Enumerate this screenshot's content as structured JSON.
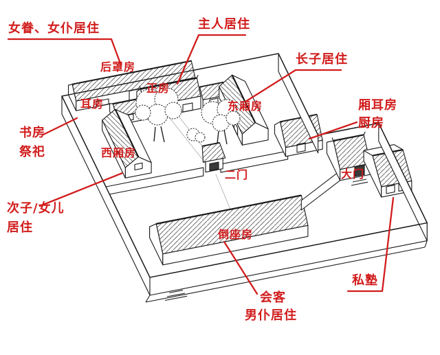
{
  "callouts": {
    "women_quarters": "女眷、女仆居住",
    "master": "主人居住",
    "eldest_son": "长子居住",
    "side_ear_room": "厢耳房",
    "kitchen": "厨房",
    "study": "书房",
    "worship": "祭祀",
    "second_son_daughter": "次子/女儿",
    "second_son_daughter_2": "居住",
    "private_school": "私塾",
    "reception": "会客",
    "male_servants": "男仆居住"
  },
  "buildings": {
    "rear_row": "后罩房",
    "main_hall": "正房",
    "ear_room": "耳房",
    "east_wing": "东厢房",
    "west_wing": "西厢房",
    "inner_gate": "二门",
    "front_row": "倒座房",
    "main_gate": "大门"
  },
  "colors": {
    "callout": "#d11c1c",
    "ink": "#1a1a1a"
  }
}
